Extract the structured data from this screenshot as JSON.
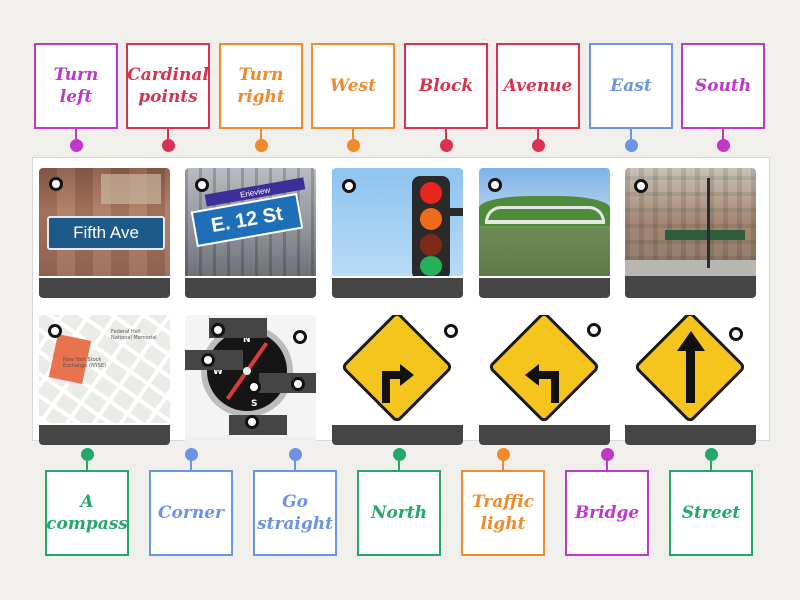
{
  "top_labels": [
    {
      "text": "Turn left",
      "color": "#c038c8"
    },
    {
      "text": "Cardinal points",
      "color": "#d9334f"
    },
    {
      "text": "Turn right",
      "color": "#f08a2a"
    },
    {
      "text": "West",
      "color": "#f08a2a"
    },
    {
      "text": "Block",
      "color": "#d9334f"
    },
    {
      "text": "Avenue",
      "color": "#d9334f"
    },
    {
      "text": "East",
      "color": "#6b93e6"
    },
    {
      "text": "South",
      "color": "#c038c8"
    }
  ],
  "bottom_labels": [
    {
      "text": "A compass",
      "color": "#22a869"
    },
    {
      "text": "Corner",
      "color": "#6b93e6"
    },
    {
      "text": "Go straight",
      "color": "#6b93e6"
    },
    {
      "text": "North",
      "color": "#22a869"
    },
    {
      "text": "Traffic light",
      "color": "#f08a2a"
    },
    {
      "text": "Bridge",
      "color": "#c038c8"
    },
    {
      "text": "Street",
      "color": "#22a869"
    }
  ],
  "images": {
    "fifth_ave_sign": "Fifth Ave",
    "street_sign_top": "Erieview",
    "street_sign_main": "E. 12 St",
    "map_label_1": "New York Stock Exchange (NYSE)",
    "map_label_2": "Federal Hall National Memorial",
    "compass_n": "N",
    "compass_w": "W",
    "compass_s": "S"
  }
}
